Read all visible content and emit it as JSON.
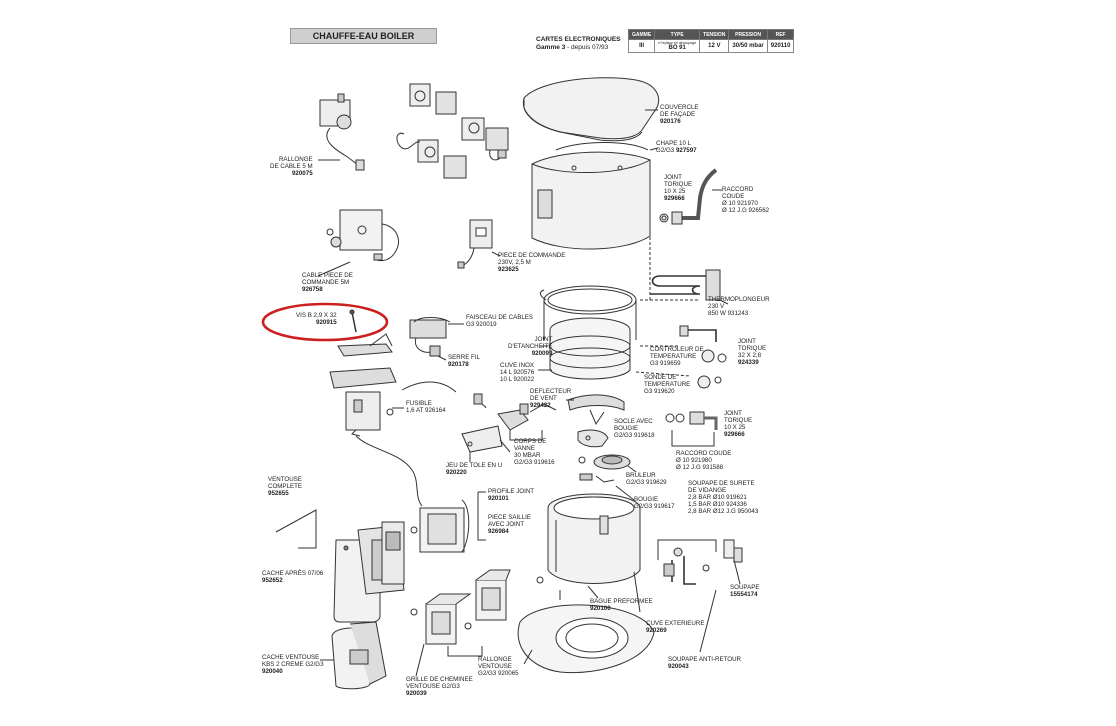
{
  "header": {
    "title": "CHAUFFE-EAU BOILER",
    "cartes_title": "CARTES ELECTRONIQUES",
    "cartes_gamme": "Gamme 3",
    "cartes_since": " - depuis 07/93"
  },
  "spec_table": {
    "headers": [
      "GAMME",
      "TYPE",
      "TENSION",
      "PRESSION",
      "REF"
    ],
    "row": {
      "gamme": "III",
      "type_note": "n°replace en découpage",
      "type": "BO 91",
      "tension": "12 V",
      "pression": "30/50 mbar",
      "ref": "920110"
    }
  },
  "labels": [
    {
      "id": "couvercle",
      "lines": [
        "COUVERCLE",
        "DE FAÇADE"
      ],
      "code": "920176"
    },
    {
      "id": "chape",
      "lines": [
        "CHAPE 10 L",
        "G2/G3"
      ],
      "code": "927597"
    },
    {
      "id": "joint-torique-1",
      "lines": [
        "JOINT",
        "TORIQUE",
        "10 X 25"
      ],
      "code": "929666"
    },
    {
      "id": "raccord-coude-1",
      "lines": [
        "RACCORD",
        "COUDE",
        "Ø 10     921970",
        "Ø 12 J.G 926562"
      ],
      "code": ""
    },
    {
      "id": "rallonge-cable",
      "lines": [
        "RALLONGE",
        "DE CABLE 5 M"
      ],
      "code": "920075"
    },
    {
      "id": "piece-commande",
      "lines": [
        "PIECE DE COMMANDE",
        "230V, 2,5 M"
      ],
      "code": "923625"
    },
    {
      "id": "cable-piece",
      "lines": [
        "CABLE PIECE DE",
        "COMMANDE 5M"
      ],
      "code": "926758"
    },
    {
      "id": "vis",
      "lines": [
        "VIS B 2,9 X 32"
      ],
      "code": "920915"
    },
    {
      "id": "faisceau",
      "lines": [
        "FAISCEAU DE CABLES",
        "G3 920019"
      ],
      "code": ""
    },
    {
      "id": "thermoplongeur",
      "lines": [
        "THERMOPLONGEUR",
        "230 V",
        "850 W 931243"
      ],
      "code": ""
    },
    {
      "id": "joint-etancheite",
      "lines": [
        "JOINT",
        "D'ETANCHEITE"
      ],
      "code": "920099"
    },
    {
      "id": "joint-torique-2",
      "lines": [
        "JOINT",
        "TORIQUE",
        "32 X 2,8"
      ],
      "code": "924339"
    },
    {
      "id": "controleur",
      "lines": [
        "CONTROLEUR DE",
        "TEMPERATURE",
        "G3  919659"
      ],
      "code": ""
    },
    {
      "id": "serre-fil",
      "lines": [
        "SERRE FIL"
      ],
      "code": "920178"
    },
    {
      "id": "cuve-inox",
      "lines": [
        "CUVE INOX",
        "14 L  920576",
        "10 L  920022"
      ],
      "code": ""
    },
    {
      "id": "sonde",
      "lines": [
        "SONDE DE",
        "TEMPERATURE",
        "G3  919620"
      ],
      "code": ""
    },
    {
      "id": "deflecteur",
      "lines": [
        "DEFLECTEUR",
        "DE VENT"
      ],
      "code": "929422"
    },
    {
      "id": "fusible",
      "lines": [
        "FUSIBLE",
        "1,6 AT 926164"
      ],
      "code": ""
    },
    {
      "id": "joint-torique-3",
      "lines": [
        "JOINT",
        "TORIQUE",
        "10 X 25"
      ],
      "code": "929666"
    },
    {
      "id": "socle",
      "lines": [
        "SOCLE AVEC",
        "BOUGIE",
        "G2/G3  919618"
      ],
      "code": ""
    },
    {
      "id": "corps-vanne",
      "lines": [
        "CORPS DE",
        "VANNE",
        "30 MBAR",
        "G2/G3  919616"
      ],
      "code": ""
    },
    {
      "id": "raccord-coude-2",
      "lines": [
        "RACCORD COUDE",
        "Ø 10     921980",
        "Ø 12 J.G 931588"
      ],
      "code": ""
    },
    {
      "id": "jeu-tole",
      "lines": [
        "JEU DE TOLE EN U"
      ],
      "code": "920220"
    },
    {
      "id": "bruleur",
      "lines": [
        "BRULEUR",
        "G2/G3  919629"
      ],
      "code": ""
    },
    {
      "id": "ventouse-complete",
      "lines": [
        "VENTOUSE",
        "COMPLETE"
      ],
      "code": "952655"
    },
    {
      "id": "profile-joint",
      "lines": [
        "PROFILE JOINT"
      ],
      "code": "920101"
    },
    {
      "id": "soupape-surete",
      "lines": [
        "SOUPAPE DE SURETE",
        "DE VIDANGE",
        "2,8 BAR Ø10     919621",
        "1,5 BAR Ø10     924336",
        "2,8 BAR Ø12 J.G  950043"
      ],
      "code": ""
    },
    {
      "id": "bougie",
      "lines": [
        "BOUGIE",
        "G2/G3  919617"
      ],
      "code": ""
    },
    {
      "id": "piece-saillie",
      "lines": [
        "PIECE SAILLIE",
        "AVEC JOINT"
      ],
      "code": "926984"
    },
    {
      "id": "cache-apres",
      "lines": [
        "CACHE APRÈS 07/06"
      ],
      "code": "952652"
    },
    {
      "id": "soupape",
      "lines": [
        "SOUPAPE"
      ],
      "code": "15554174"
    },
    {
      "id": "bague",
      "lines": [
        "BAGUE PREFORMEE"
      ],
      "code": "920100"
    },
    {
      "id": "cuve-ext",
      "lines": [
        "CUVE EXTERIEURE"
      ],
      "code": "920269"
    },
    {
      "id": "cache-ventouse",
      "lines": [
        "CACHE VENTOUSE",
        "KBS 2 CREME G2/G3"
      ],
      "code": "920040"
    },
    {
      "id": "rallonge-ventouse",
      "lines": [
        "RALLONGE",
        "VENTOUSE",
        "G2/G3  920065"
      ],
      "code": ""
    },
    {
      "id": "soupape-anti",
      "lines": [
        "SOUPAPE ANTI-RETOUR"
      ],
      "code": "920043"
    },
    {
      "id": "grille",
      "lines": [
        "GRILLE DE CHEMINEE",
        "VENTOUSE G2/G3"
      ],
      "code": "920039"
    }
  ],
  "colors": {
    "highlight": "#cc2020",
    "line": "#333333",
    "fill": "#f0f0f0",
    "shade": "#d9d9d9"
  }
}
